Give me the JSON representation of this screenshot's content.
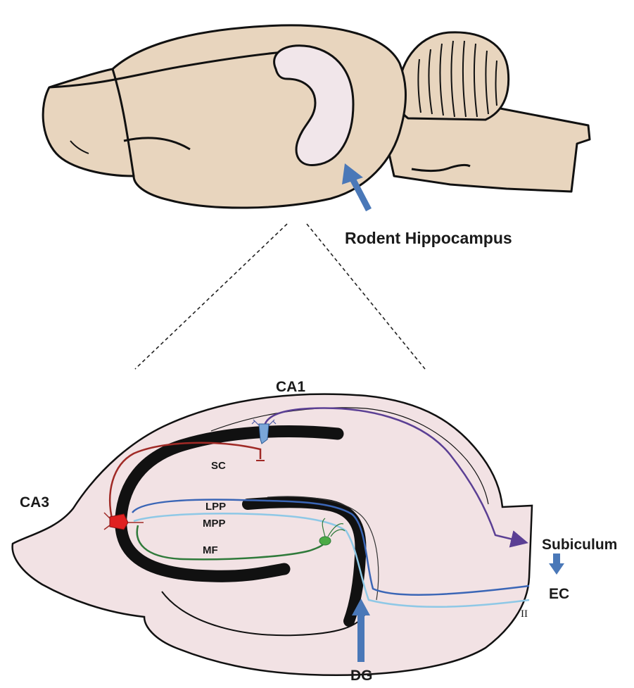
{
  "labels": {
    "rodent_hippocampus": "Rodent Hippocampus",
    "ca1": "CA1",
    "ca3": "CA3",
    "sc": "SC",
    "lpp": "LPP",
    "mpp": "MPP",
    "mf": "MF",
    "subiculum": "Subiculum",
    "ec": "EC",
    "layer_ii": "II",
    "dg": "DG"
  },
  "colors": {
    "brain_fill": "#e8d5be",
    "hippocampus_highlight": "#f1e6ea",
    "slice_fill": "#f2e2e4",
    "cell_layer": "#111111",
    "arrow_blue": "#4a78b8",
    "schaffer_collateral": "#a02a26",
    "lateral_perforant_path": "#3b66b6",
    "medial_perforant_path": "#8ec8e6",
    "mossy_fiber": "#2f7a3a",
    "ca1_output": "#5b3f94",
    "ca3_neuron": "#e02020",
    "ca1_neuron": "#7aa6d8",
    "granule_cell": "#4caa46"
  }
}
